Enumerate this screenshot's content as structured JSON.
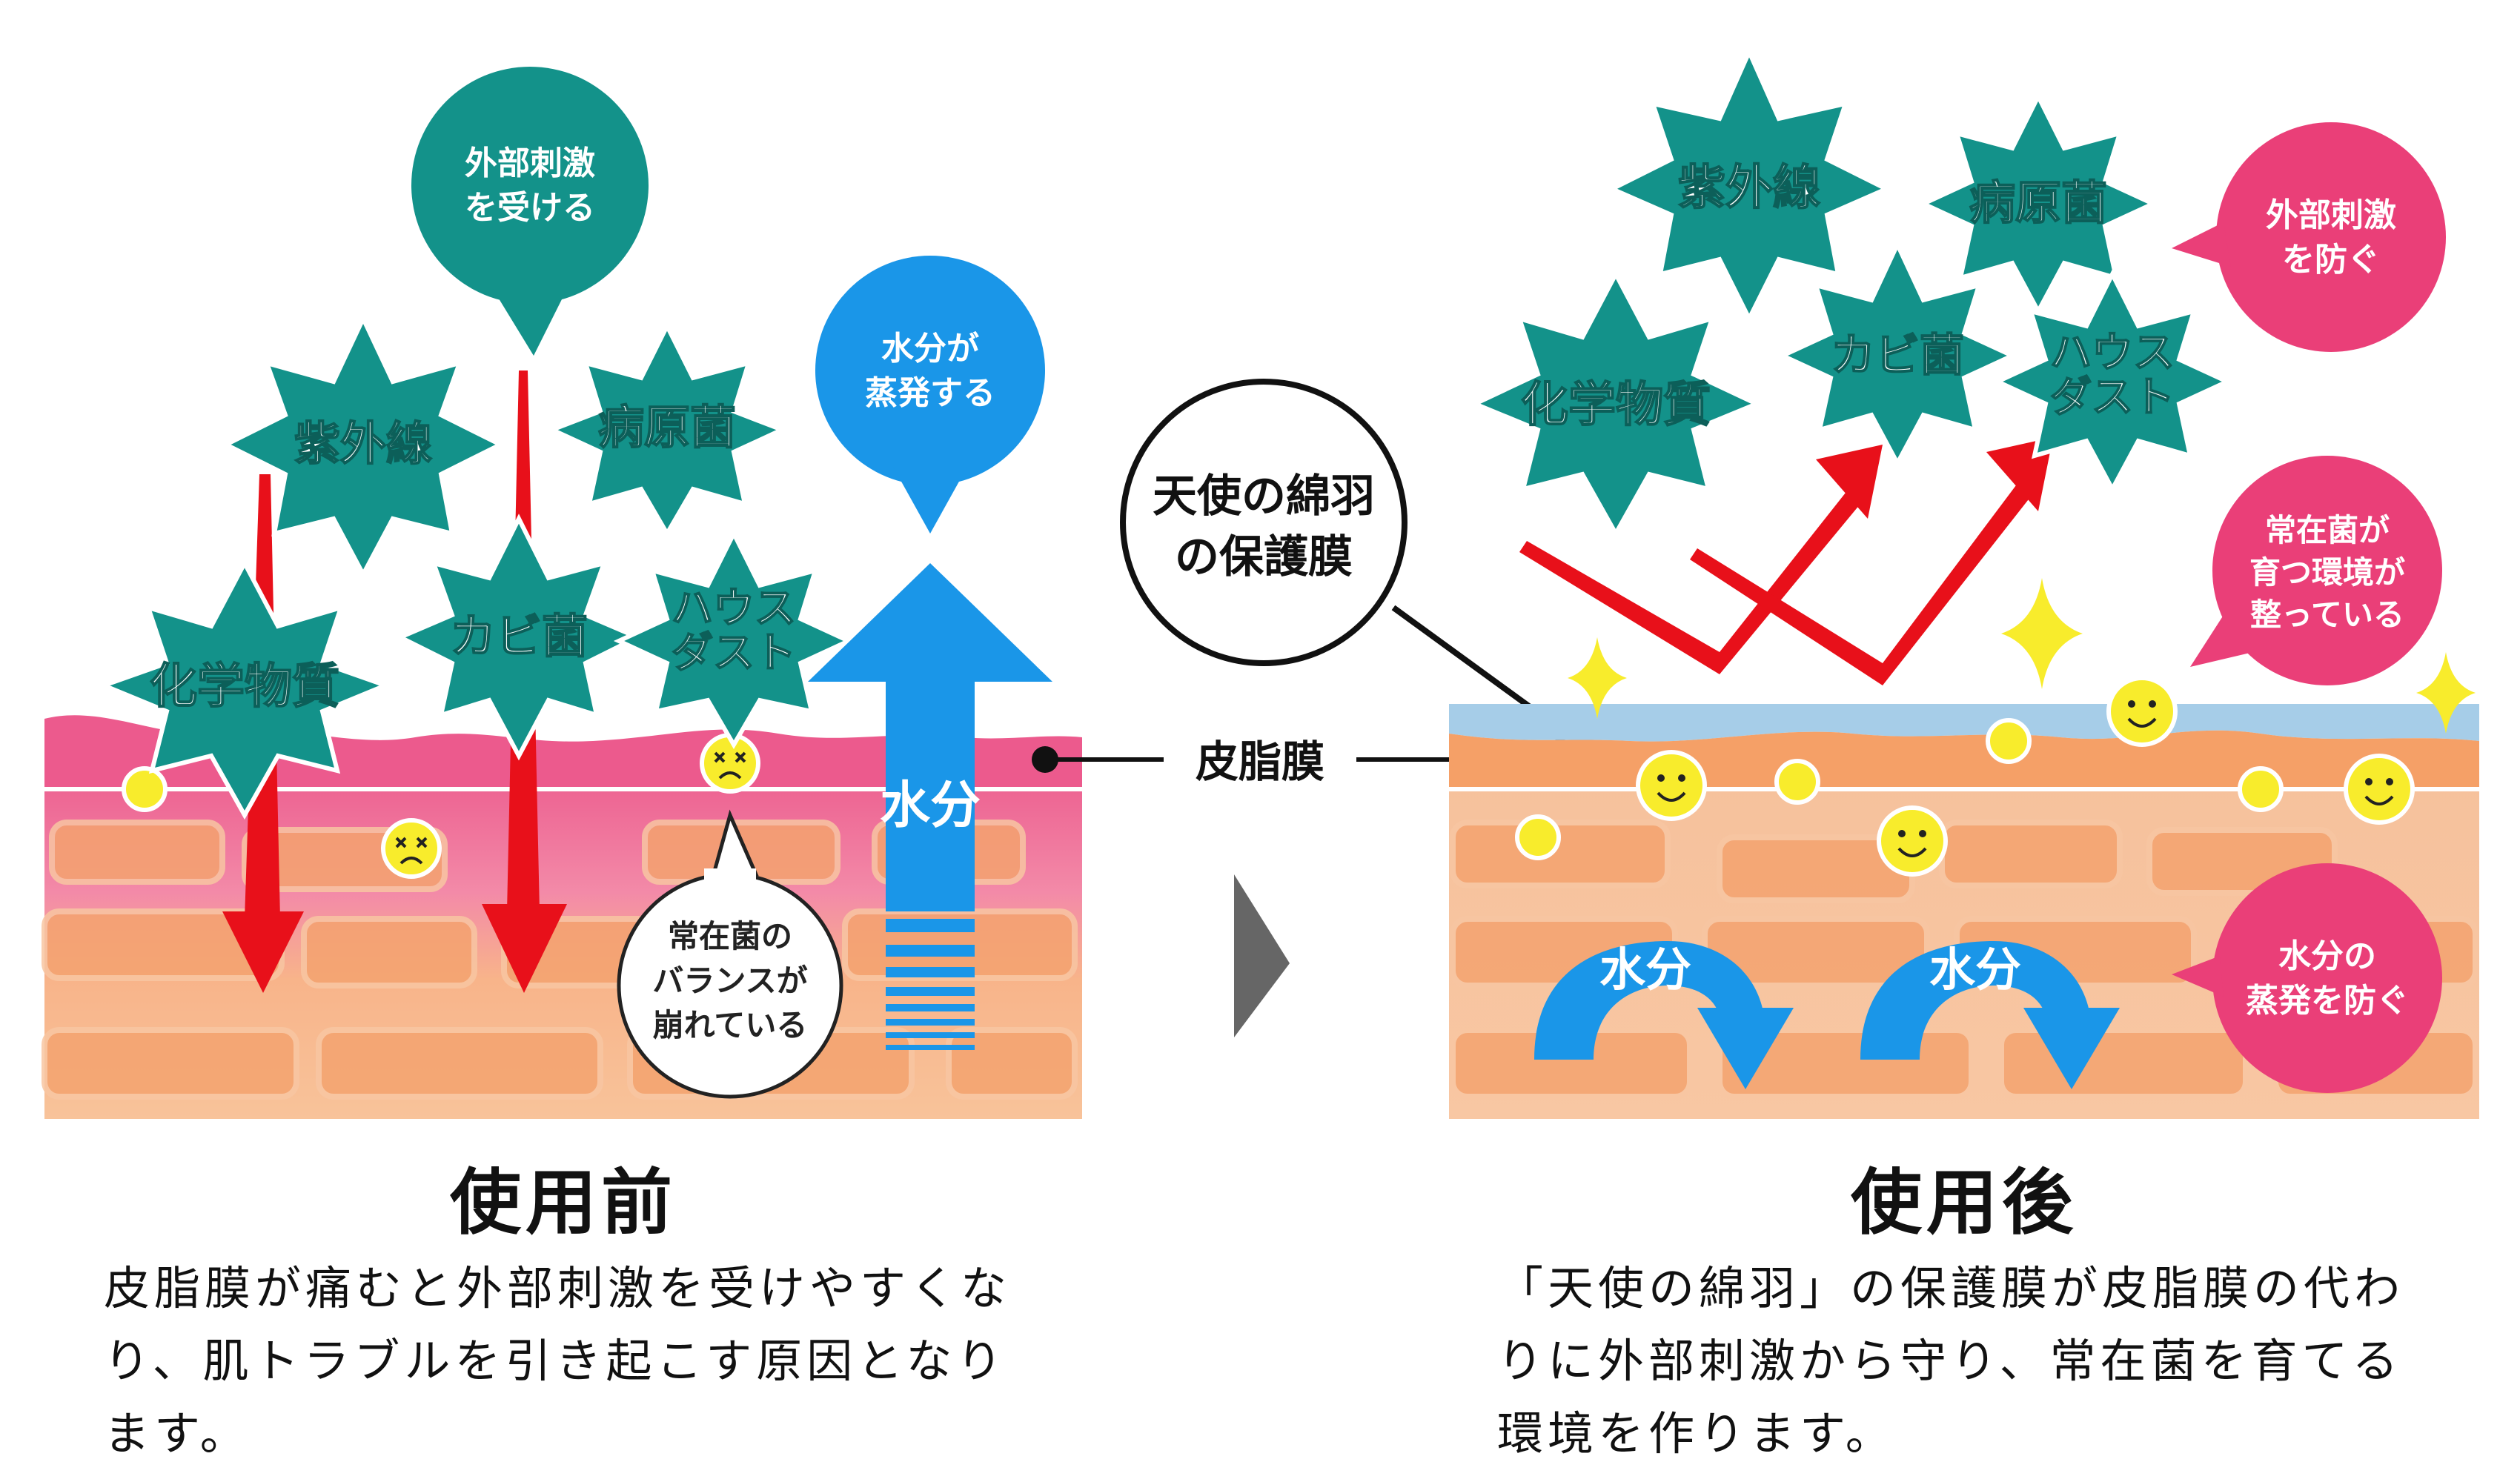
{
  "before": {
    "callout_external": [
      "外部刺激",
      "を受ける"
    ],
    "callout_evaporate": [
      "水分が",
      "蒸発する"
    ],
    "callout_balance": [
      "常在菌の",
      "バランスが",
      "崩れている"
    ],
    "stressors": {
      "uv": "紫外線",
      "pathogen": "病原菌",
      "mold": "カビ菌",
      "house_dust": [
        "ハウス",
        "ダスト"
      ],
      "chemical": "化学物質"
    },
    "moisture_label": "水分",
    "heading": "使用前",
    "description": [
      "皮脂膜が痛むと外部刺激を受けやすくな",
      "り、肌トラブルを引き起こす原因となり",
      "ます。"
    ]
  },
  "center": {
    "sebum_label": "皮脂膜",
    "protective_film_label": [
      "天使の綿羽",
      "の保護膜"
    ]
  },
  "after": {
    "stressors": {
      "uv": "紫外線",
      "pathogen": "病原菌",
      "chemical": "化学物質",
      "mold": "カビ菌",
      "house_dust": [
        "ハウス",
        "ダスト"
      ]
    },
    "badge_prevent": [
      "外部刺激",
      "を防ぐ"
    ],
    "badge_env": [
      "常在菌が",
      "育つ環境が",
      "整っている"
    ],
    "badge_moisture": [
      "水分の",
      "蒸発を防ぐ"
    ],
    "moisture_label_1": "水分",
    "moisture_label_2": "水分",
    "heading": "使用後",
    "description": [
      "「天使の綿羽」の保護膜が皮脂膜の代わ",
      "りに外部刺激から守り、常在菌を育てる",
      "環境を作ります。"
    ]
  },
  "colors": {
    "teal": "#13928a",
    "red": "#e8101a",
    "blue": "#1a96e8",
    "pink": "#ea3f78",
    "skin_orange": "#f5a067",
    "skin_pink": "#ef6f9a",
    "film_blue": "#a6cde8",
    "yellow": "#f8ec2c"
  }
}
